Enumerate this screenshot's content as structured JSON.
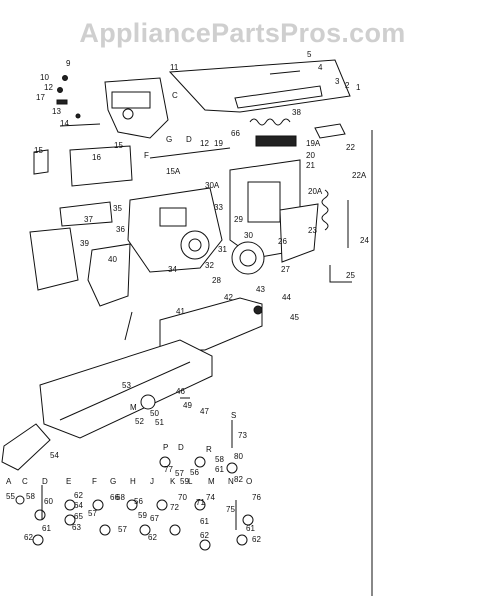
{
  "watermark": "AppliancePartsPros.com",
  "callouts": [
    {
      "id": "c5",
      "text": "5"
    },
    {
      "id": "c9",
      "text": "9"
    },
    {
      "id": "c10",
      "text": "10"
    },
    {
      "id": "c17",
      "text": "17"
    },
    {
      "id": "c12",
      "text": "12"
    },
    {
      "id": "c13",
      "text": "13"
    },
    {
      "id": "c14",
      "text": "14"
    },
    {
      "id": "c11",
      "text": "11"
    },
    {
      "id": "cC",
      "text": "C"
    },
    {
      "id": "c4",
      "text": "4"
    },
    {
      "id": "c3",
      "text": "3"
    },
    {
      "id": "c2",
      "text": "2"
    },
    {
      "id": "c1",
      "text": "1"
    },
    {
      "id": "c38",
      "text": "38"
    },
    {
      "id": "c15a",
      "text": "15"
    },
    {
      "id": "c15b",
      "text": "15"
    },
    {
      "id": "c16",
      "text": "16"
    },
    {
      "id": "cF",
      "text": "F"
    },
    {
      "id": "cG",
      "text": "G"
    },
    {
      "id": "cD",
      "text": "D"
    },
    {
      "id": "c12b",
      "text": "12"
    },
    {
      "id": "c19",
      "text": "19"
    },
    {
      "id": "c66",
      "text": "66"
    },
    {
      "id": "c19A",
      "text": "19A"
    },
    {
      "id": "c22",
      "text": "22"
    },
    {
      "id": "c20",
      "text": "20"
    },
    {
      "id": "c21",
      "text": "21"
    },
    {
      "id": "c15A",
      "text": "15A"
    },
    {
      "id": "c30A",
      "text": "30A"
    },
    {
      "id": "c20A",
      "text": "20A"
    },
    {
      "id": "c22A",
      "text": "22A"
    },
    {
      "id": "c37",
      "text": "37"
    },
    {
      "id": "c35",
      "text": "35"
    },
    {
      "id": "c33",
      "text": "33"
    },
    {
      "id": "c29",
      "text": "29"
    },
    {
      "id": "c30",
      "text": "30"
    },
    {
      "id": "c31",
      "text": "31"
    },
    {
      "id": "c28",
      "text": "28"
    },
    {
      "id": "c27",
      "text": "27"
    },
    {
      "id": "c24",
      "text": "24"
    },
    {
      "id": "c25",
      "text": "25"
    },
    {
      "id": "c36",
      "text": "36"
    },
    {
      "id": "c40",
      "text": "40"
    },
    {
      "id": "c39",
      "text": "39"
    },
    {
      "id": "c34",
      "text": "34"
    },
    {
      "id": "c32",
      "text": "32"
    },
    {
      "id": "c26",
      "text": "26"
    },
    {
      "id": "c23",
      "text": "23"
    },
    {
      "id": "c41",
      "text": "41"
    },
    {
      "id": "c42",
      "text": "42"
    },
    {
      "id": "c43",
      "text": "43"
    },
    {
      "id": "c44",
      "text": "44"
    },
    {
      "id": "c45",
      "text": "45"
    },
    {
      "id": "c53",
      "text": "53"
    },
    {
      "id": "c46",
      "text": "46"
    },
    {
      "id": "c49",
      "text": "49"
    },
    {
      "id": "c47",
      "text": "47"
    },
    {
      "id": "c50",
      "text": "50"
    },
    {
      "id": "c51",
      "text": "51"
    },
    {
      "id": "c52",
      "text": "52"
    },
    {
      "id": "cM",
      "text": "M"
    },
    {
      "id": "c54",
      "text": "54"
    },
    {
      "id": "cS",
      "text": "S"
    },
    {
      "id": "cP",
      "text": "P"
    },
    {
      "id": "cD2",
      "text": "D"
    },
    {
      "id": "cR",
      "text": "R"
    },
    {
      "id": "c77",
      "text": "77"
    },
    {
      "id": "c56",
      "text": "56"
    },
    {
      "id": "c58",
      "text": "58"
    },
    {
      "id": "c61",
      "text": "61"
    },
    {
      "id": "c57",
      "text": "57"
    },
    {
      "id": "c80",
      "text": "80"
    },
    {
      "id": "c59",
      "text": "59"
    },
    {
      "id": "c82",
      "text": "82"
    },
    {
      "id": "c73",
      "text": "73"
    }
  ],
  "hardware_letters": [
    "A",
    "C",
    "D",
    "E",
    "F",
    "G",
    "H",
    "J",
    "K",
    "L",
    "M",
    "N",
    "O"
  ],
  "hardware_numbers": [
    {
      "id": "h1",
      "text": "55"
    },
    {
      "id": "h2",
      "text": "58"
    },
    {
      "id": "h3",
      "text": "60"
    },
    {
      "id": "h4",
      "text": "62"
    },
    {
      "id": "h5",
      "text": "64"
    },
    {
      "id": "h6",
      "text": "65"
    },
    {
      "id": "h7",
      "text": "66"
    },
    {
      "id": "h8",
      "text": "68"
    },
    {
      "id": "h9",
      "text": "56"
    },
    {
      "id": "h10",
      "text": "57"
    },
    {
      "id": "h11",
      "text": "59"
    },
    {
      "id": "h12",
      "text": "63"
    },
    {
      "id": "h13",
      "text": "67"
    },
    {
      "id": "h14",
      "text": "70"
    },
    {
      "id": "h15",
      "text": "71"
    },
    {
      "id": "h16",
      "text": "72"
    },
    {
      "id": "h17",
      "text": "74"
    },
    {
      "id": "h18",
      "text": "76"
    },
    {
      "id": "h19",
      "text": "75"
    },
    {
      "id": "h20",
      "text": "61"
    },
    {
      "id": "h21",
      "text": "62"
    },
    {
      "id": "h22",
      "text": "61"
    },
    {
      "id": "h23",
      "text": "62"
    },
    {
      "id": "h24",
      "text": "61"
    },
    {
      "id": "h25",
      "text": "57"
    },
    {
      "id": "h26",
      "text": "62"
    },
    {
      "id": "h27",
      "text": "62"
    }
  ]
}
